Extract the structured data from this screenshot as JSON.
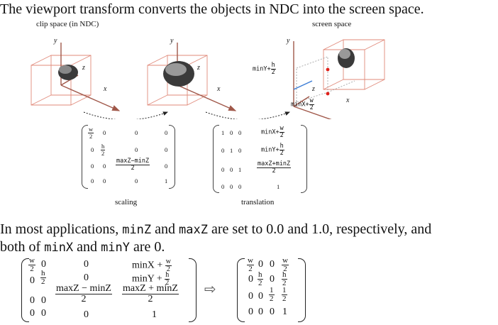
{
  "heading": "The viewport transform converts the objects in NDC into the screen space.",
  "labels": {
    "clip_space": "clip space (in NDC)",
    "screen_space": "screen space",
    "axis_y": "y",
    "axis_x": "x",
    "axis_z": "z",
    "minY_label": "minY+",
    "minX_label": "minX+",
    "h": "h",
    "w": "w",
    "two": "2",
    "scaling": "scaling",
    "translation": "translation"
  },
  "paragraph": {
    "p1": "In most applications, ",
    "minZ": "minZ",
    "p2": " and ",
    "maxZ": "maxZ",
    "p3": " are set to 0.0 and 1.0, respectively, and",
    "p4": "both of ",
    "minX": "minX",
    "p5": " and ",
    "minY": "minY",
    "p6": " are 0."
  },
  "scaling_matrix": {
    "zero": "0",
    "one": "1",
    "maxZ_minZ": "maxZ−minZ"
  },
  "translation_matrix": {
    "zero": "0",
    "one": "1",
    "minX": "minX+",
    "minY": "minY+",
    "maxZ_plus_minZ": "maxZ+minZ"
  },
  "bottom_left": {
    "zero": "0",
    "one": "1",
    "minX_plus": "minX +",
    "minY_plus": "minY +",
    "maxZ_minus_minZ": "maxZ − minZ",
    "maxZ_plus_minZ": "maxZ + minZ"
  },
  "bottom_right": {
    "zero": "0",
    "one": "1"
  },
  "arrow_symbol": "⇨",
  "colors": {
    "axis": "#a0584a",
    "box": "#e08a7a",
    "dot": "#e0201a"
  }
}
